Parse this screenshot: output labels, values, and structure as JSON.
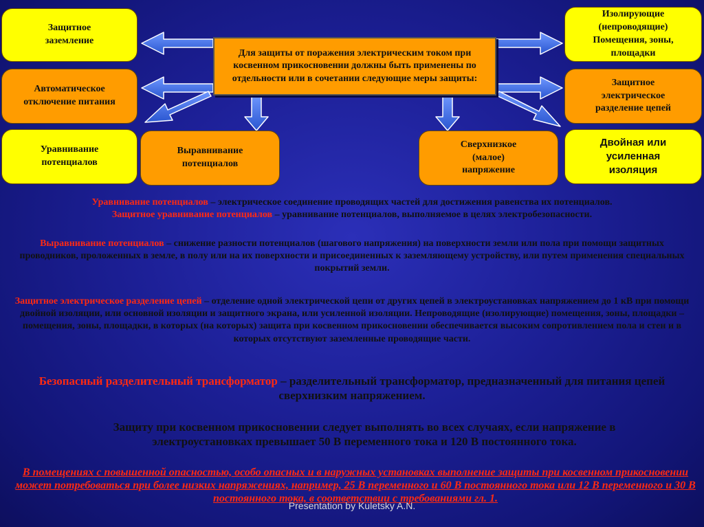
{
  "boxes": {
    "center": "Для защиты от поражения электрическим током при косвенном прикосновении должны быть применены по отдельности или в сочетании следующие меры защиты:",
    "grounding": "Защитное заземление",
    "auto_shutdown": "Автоматическое отключение питания",
    "equalization": "Уравнивание потенциалов",
    "leveling": "Выравнивание потенциалов",
    "low_voltage": "Сверхнизкое (малое) напряжение",
    "isolating_rooms": "Изолирующие (непроводящие) Помещения, зоны, площадки",
    "separation": "Защитное электрическое разделение цепей",
    "double_insulation": "Двойная или усиленная изоляция"
  },
  "definitions": {
    "p1_term": "Уравнивание потенциалов",
    "p1_text": " – электрическое соединение проводящих частей для достижения равенства их потенциалов.",
    "p2_term": "Защитное уравнивание потенциалов",
    "p2_text": " – уравнивание потенциалов, выполняемое в целях электробезопасности.",
    "p3_term": "Выравнивание потенциалов",
    "p3_text": " – снижение разности потенциалов (шагового напряжения) на поверхности земли или пола при помощи защитных проводников, проложенных в земле, в полу или на их поверхности и присоединенных к заземляющему устройству, или путем применения специальных покрытий земли.",
    "p4_term": "Защитное электрическое разделение цепей",
    "p4_text": " – отделение одной электрической цепи от других цепей в электроустановках напряжением до 1 кВ при помощи двойной изоляции, или основной изоляции и защитного экрана, или усиленной изоляции.",
    "p5_text": "Непроводящие (изолирующие) помещения, зоны, площадки – помещения, зоны, площадки, в которых (на которых) защита при косвенном прикосновении обеспечивается высоким сопротивлением пола и стен и в которых отсутствуют заземленные проводящие части.",
    "p6_term": "Безопасный разделительный трансформатор",
    "p6_text": " – разделительный трансформатор, предназначенный для питания цепей сверхнизким напряжением.",
    "p7_text": "Защиту при косвенном прикосновении следует выполнять во всех случаях, если напряжение в электроустановках превышает 50 В переменного тока и 120 В постоянного тока.",
    "p8_text": "В помещениях с повышенной опасностью, особо опасных и в наружных установках выполнение защиты при косвенном прикосновении может потребоваться при более низких напряжениях, например, 25 В переменного и 60 В постоянного тока или 12 В переменного и 30 В постоянного тока, в соответствии с требованиями гл. 1."
  },
  "footer": "Presentation by Kuletsky A.N.",
  "colors": {
    "yellow": "#ffff00",
    "orange": "#ff9c00",
    "red_term": "#ff2a12",
    "arrow": "#3f6fe0"
  }
}
